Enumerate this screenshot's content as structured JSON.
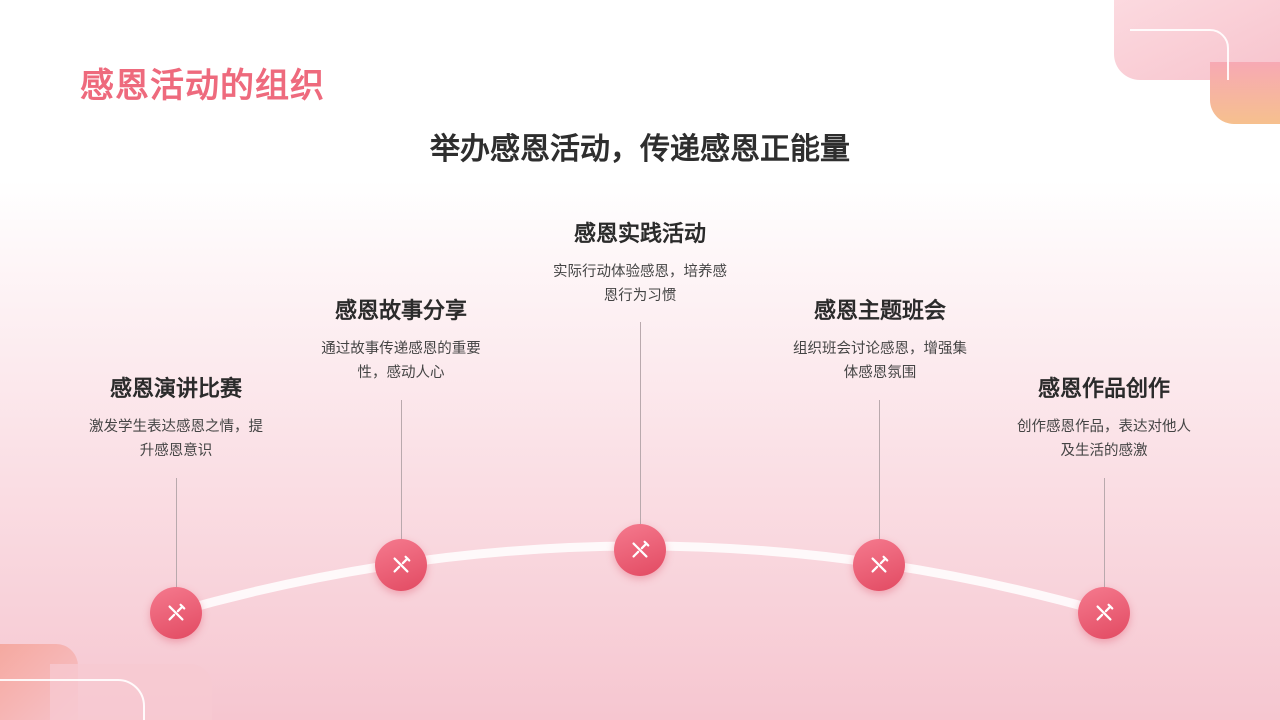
{
  "slide": {
    "title": "感恩活动的组织",
    "subtitle": "举办感恩活动，传递感恩正能量"
  },
  "items": [
    {
      "title": "感恩演讲比赛",
      "desc": "激发学生表达感恩之情，提升感恩意识",
      "icon": "tools-icon"
    },
    {
      "title": "感恩故事分享",
      "desc": "通过故事传递感恩的重要性，感动人心",
      "icon": "tools-icon"
    },
    {
      "title": "感恩实践活动",
      "desc": "实际行动体验感恩，培养感恩行为习惯",
      "icon": "tools-icon"
    },
    {
      "title": "感恩主题班会",
      "desc": "组织班会讨论感恩，增强集体感恩氛围",
      "icon": "tools-icon"
    },
    {
      "title": "感恩作品创作",
      "desc": "创作感恩作品，表达对他人及生活的感激",
      "icon": "tools-icon"
    }
  ],
  "colors": {
    "accent": "#ee6a7d",
    "node": "#e85a70",
    "heading": "#2e2e2e"
  }
}
